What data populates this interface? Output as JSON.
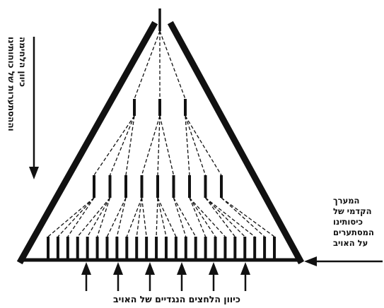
{
  "labels": {
    "left_line1": "כיוון הלחימה",
    "left_line2": "וההסתערות של כוחותינו",
    "right_lines": [
      "המערך",
      "הקדמי של",
      "כיסותינו",
      "המסתערים",
      "על האויב"
    ],
    "bottom": "כיוון הלחצים הנגדיים של האויב"
  },
  "colors": {
    "ink": "#111111",
    "paper": "#ffffff"
  },
  "icons": {
    "left_arrow": "arrow-down-icon",
    "right_arrow": "arrow-left-icon",
    "bottom_arrows": "arrow-up-icon"
  },
  "structure": {
    "tiers": [
      1,
      3,
      9,
      24
    ],
    "bottom_arrow_count": 6
  }
}
